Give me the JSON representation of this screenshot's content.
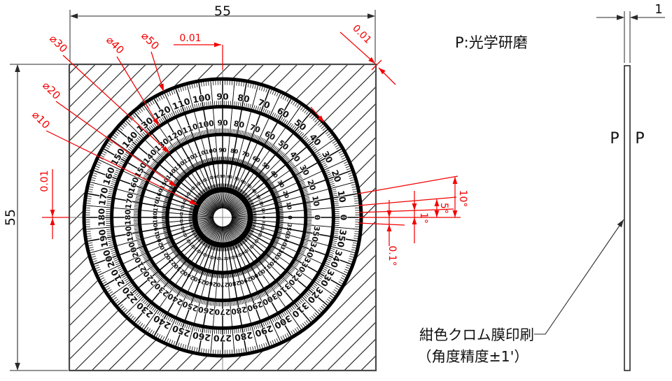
{
  "front_view": {
    "width_dim": "55",
    "height_dim": "55",
    "top_tolerance": "0.01",
    "left_tolerance": "0.01",
    "corner_tolerance": "0.01",
    "diameter_labels": [
      "⌀10",
      "⌀20",
      "⌀30",
      "⌀40",
      "⌀50"
    ],
    "angle_labels": {
      "a10": "10°",
      "a5": "5°",
      "a1": "1°",
      "a01": "0.1°"
    }
  },
  "side_view": {
    "thickness_dim": "1",
    "surface_left": "P",
    "surface_right": "P"
  },
  "notes": {
    "polish": "P:光学研磨",
    "print_line1": "紺色クロム膜印刷",
    "print_line2": "（角度精度±1'）"
  },
  "colors": {
    "annotation_red": "#f40000",
    "ink": "#000000",
    "outline_gray": "#4a4a4a",
    "centerline_gray": "#787878"
  },
  "protractor": {
    "zero_position": "right",
    "direction": "counterclockwise",
    "number_min": 0,
    "number_max": 350,
    "number_step_deg": 10,
    "radial_line_every_deg": 5,
    "rings": [
      {
        "diameter_mm": 50,
        "tick_every_deg": 1,
        "comb_side": "inner",
        "has_numbers": true
      },
      {
        "diameter_mm": 40,
        "tick_every_deg": 1,
        "comb_side": "outer",
        "has_numbers": true
      },
      {
        "diameter_mm": 30,
        "tick_every_deg": 1,
        "comb_side": "outer",
        "has_numbers": true
      },
      {
        "diameter_mm": 20,
        "tick_every_deg": 1,
        "comb_side": "outer",
        "has_numbers": true
      },
      {
        "diameter_mm": 10,
        "tick_every_deg": 2,
        "comb_side": "outer",
        "has_numbers": false,
        "starburst_every_deg": 3
      }
    ]
  }
}
